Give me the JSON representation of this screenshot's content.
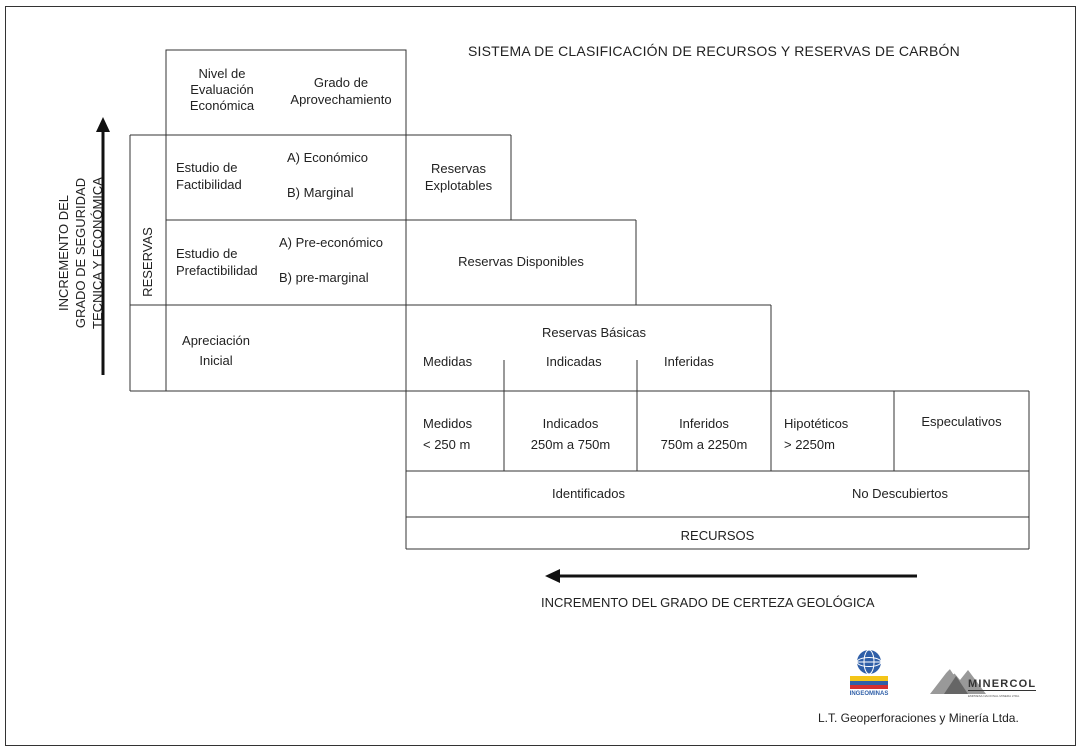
{
  "title": "SISTEMA DE CLASIFICACIÓN DE RECURSOS Y RESERVAS DE CARBÓN",
  "y_axis_label": [
    "INCREMENTO DEL",
    "GRADO DE SEGURIDAD",
    "TECNICA Y ECONÓMICA"
  ],
  "x_axis_label": "INCREMENTO DEL GRADO DE CERTEZA GEOLÓGICA",
  "reservas_label": "RESERVAS",
  "header": {
    "nivel": [
      "Nivel de",
      "Evaluación",
      "Económica"
    ],
    "grado": [
      "Grado de",
      "Aprovechamiento"
    ]
  },
  "factibilidad": {
    "estudio": [
      "Estudio de",
      "Factibilidad"
    ],
    "a": "A) Económico",
    "b": "B) Marginal",
    "reservas": [
      "Reservas",
      "Explotables"
    ]
  },
  "prefactibilidad": {
    "estudio": [
      "Estudio de",
      "Prefactibilidad"
    ],
    "a": "A) Pre-económico",
    "b": "B) pre-marginal",
    "reservas": "Reservas Disponibles"
  },
  "apreciacion": {
    "label": [
      "Apreciación",
      "Inicial"
    ],
    "reservas_basicas": "Reservas Básicas",
    "medidas": "Medidas",
    "indicadas": "Indicadas",
    "inferidas": "Inferidas"
  },
  "recursos_row": {
    "medidos": [
      "Medidos",
      "< 250 m"
    ],
    "indicados": [
      "Indicados",
      "250m a 750m"
    ],
    "inferidos": [
      "Inferidos",
      "750m a 2250m"
    ],
    "hipoteticos": [
      "Hipotéticos",
      "> 2250m"
    ],
    "especulativos": "Especulativos"
  },
  "identificados": "Identificados",
  "no_descubiertos": "No Descubiertos",
  "recursos": "RECURSOS",
  "logos": {
    "ingeominas": "INGEOMINAS",
    "minercol": "MINERCOL",
    "minercol_sub": "EMPRESA NACIONAL MINERA LTDA."
  },
  "footer": "L.T. Geoperforaciones y Minería Ltda."
}
